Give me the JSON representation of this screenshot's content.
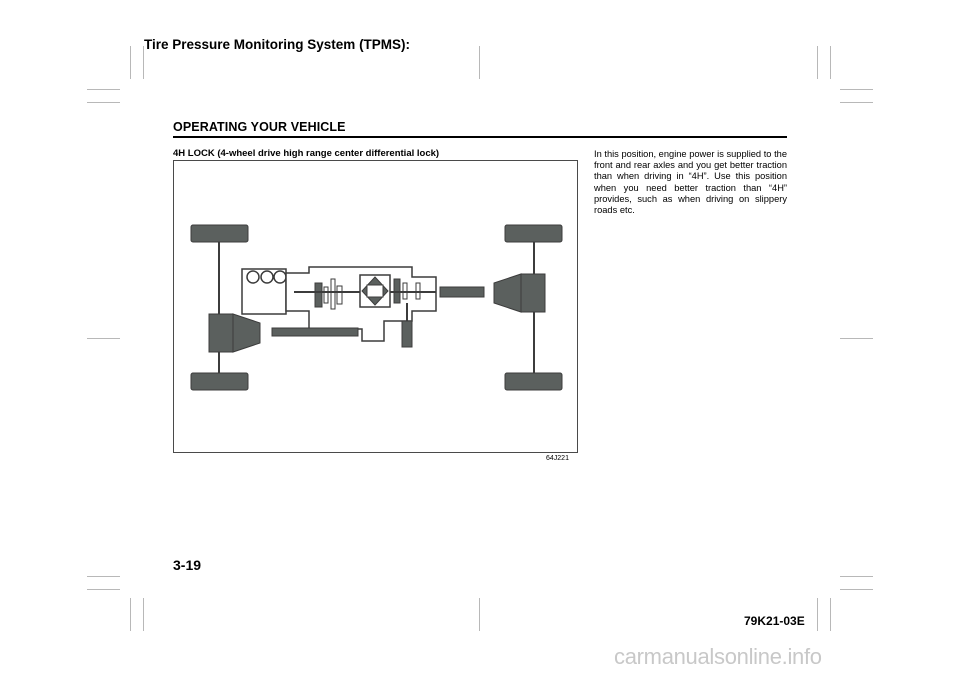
{
  "header": {
    "title": "Tire Pressure Monitoring System (TPMS):"
  },
  "section": {
    "title": "OPERATING YOUR VEHICLE"
  },
  "figure": {
    "caption": "4H LOCK (4-wheel drive high range center differential lock)",
    "code": "64J221",
    "colors": {
      "component": "#5b605e",
      "outline": "#3c3c3c"
    }
  },
  "body": {
    "paragraph": "In this position, engine power is supplied to the front and rear axles and you get better traction than when driving in “4H”. Use this position when you need better traction than “4H” provides, such as when driving on slippery roads etc."
  },
  "footer": {
    "page_number": "3-19",
    "document_code": "79K21-03E"
  },
  "watermark": "carmanualsonline.info"
}
